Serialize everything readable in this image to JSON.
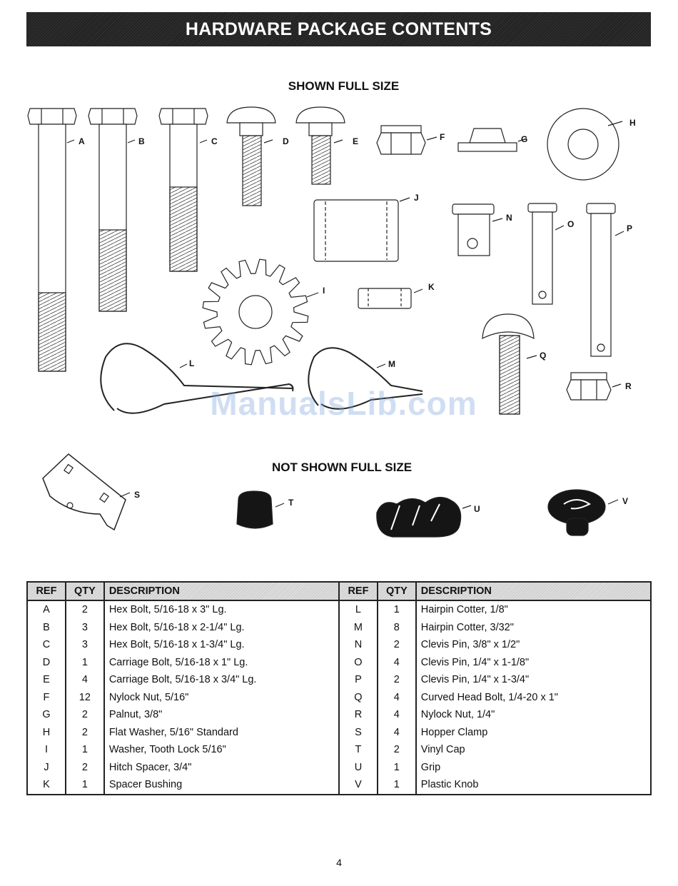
{
  "header": {
    "title": "HARDWARE PACKAGE CONTENTS"
  },
  "sections": {
    "shown": "SHOWN FULL SIZE",
    "not_shown": "NOT SHOWN FULL SIZE"
  },
  "part_letters": {
    "A": "A",
    "B": "B",
    "C": "C",
    "D": "D",
    "E": "E",
    "F": "F",
    "G": "G",
    "H": "H",
    "I": "I",
    "J": "J",
    "K": "K",
    "L": "L",
    "M": "M",
    "N": "N",
    "O": "O",
    "P": "P",
    "Q": "Q",
    "R": "R",
    "S": "S",
    "T": "T",
    "U": "U",
    "V": "V"
  },
  "watermark": "ManualsLib.com",
  "table": {
    "headers": {
      "ref": "REF",
      "qty": "QTY",
      "desc": "DESCRIPTION"
    },
    "rows": [
      {
        "l": {
          "ref": "A",
          "qty": "2",
          "desc": "Hex Bolt, 5/16-18 x 3\" Lg."
        },
        "r": {
          "ref": "L",
          "qty": "1",
          "desc": "Hairpin Cotter, 1/8\""
        }
      },
      {
        "l": {
          "ref": "B",
          "qty": "3",
          "desc": "Hex Bolt, 5/16-18 x 2-1/4\" Lg."
        },
        "r": {
          "ref": "M",
          "qty": "8",
          "desc": "Hairpin Cotter, 3/32\""
        }
      },
      {
        "l": {
          "ref": "C",
          "qty": "3",
          "desc": "Hex Bolt, 5/16-18 x 1-3/4\" Lg."
        },
        "r": {
          "ref": "N",
          "qty": "2",
          "desc": "Clevis Pin, 3/8\" x 1/2\""
        }
      },
      {
        "l": {
          "ref": "D",
          "qty": "1",
          "desc": "Carriage Bolt, 5/16-18 x 1\" Lg."
        },
        "r": {
          "ref": "O",
          "qty": "4",
          "desc": "Clevis Pin, 1/4\" x 1-1/8\""
        }
      },
      {
        "l": {
          "ref": "E",
          "qty": "4",
          "desc": "Carriage Bolt, 5/16-18 x 3/4\" Lg."
        },
        "r": {
          "ref": "P",
          "qty": "2",
          "desc": "Clevis Pin, 1/4\" x 1-3/4\""
        }
      },
      {
        "l": {
          "ref": "F",
          "qty": "12",
          "desc": "Nylock Nut, 5/16\""
        },
        "r": {
          "ref": "Q",
          "qty": "4",
          "desc": "Curved Head Bolt, 1/4-20 x 1\""
        }
      },
      {
        "l": {
          "ref": "G",
          "qty": "2",
          "desc": "Palnut, 3/8\""
        },
        "r": {
          "ref": "R",
          "qty": "4",
          "desc": "Nylock Nut, 1/4\""
        }
      },
      {
        "l": {
          "ref": "H",
          "qty": "2",
          "desc": "Flat Washer, 5/16\" Standard"
        },
        "r": {
          "ref": "S",
          "qty": "4",
          "desc": "Hopper Clamp"
        }
      },
      {
        "l": {
          "ref": "I",
          "qty": "1",
          "desc": "Washer, Tooth Lock  5/16\""
        },
        "r": {
          "ref": "T",
          "qty": "2",
          "desc": "Vinyl Cap"
        }
      },
      {
        "l": {
          "ref": "J",
          "qty": "2",
          "desc": "Hitch Spacer, 3/4\""
        },
        "r": {
          "ref": "U",
          "qty": "1",
          "desc": "Grip"
        }
      },
      {
        "l": {
          "ref": "K",
          "qty": "1",
          "desc": "Spacer Bushing"
        },
        "r": {
          "ref": "V",
          "qty": "1",
          "desc": "Plastic Knob"
        }
      }
    ]
  },
  "page_number": "4"
}
